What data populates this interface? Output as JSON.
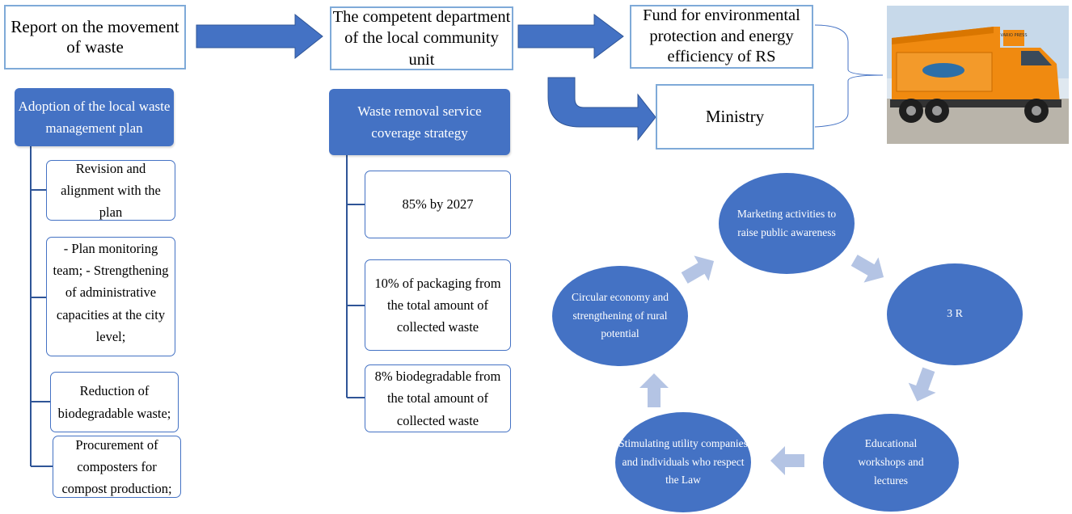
{
  "top_flow": {
    "report": "Report on the movement of waste",
    "department": "The competent department of the local community unit",
    "fund": "Fund for environmental protection and energy efficiency of RS",
    "ministry": "Ministry"
  },
  "left_branch": {
    "header": "Adoption of the local waste management plan",
    "items": [
      "Revision and alignment with the plan",
      "- Plan monitoring team; - Strengthening of administrative capacities at the city level;",
      "Reduction of biodegradable waste;",
      "Procurement of composters for compost production;"
    ]
  },
  "middle_branch": {
    "header": "Waste removal service coverage strategy",
    "items": [
      "85% by 2027",
      "10% of packaging from the total amount of collected waste",
      "8% biodegradable from the total amount of collected waste"
    ]
  },
  "truck": {
    "cab_text": "VARIO PRESS"
  },
  "cycle": {
    "nodes": [
      "Marketing activities to raise public awareness",
      "3 R",
      "Educational workshops and lectures",
      "Stimulating utility companies and individuals who respect the Law",
      "Circular economy and strengthening of rural potential"
    ]
  },
  "colors": {
    "primary_blue": "#4472c4",
    "light_border": "#7faad8",
    "cycle_arrow": "#b4c4e4",
    "truck_orange": "#f08a10"
  }
}
